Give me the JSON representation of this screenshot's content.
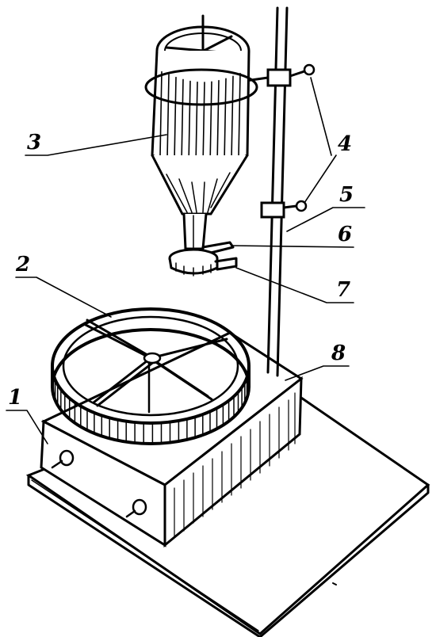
{
  "figure": {
    "labels": {
      "base_block": "1",
      "funnel": "3",
      "clamps": "4",
      "stand_rod": "5",
      "upper_clip": "6",
      "lower_ring": "7",
      "bottom_ring": "2",
      "box_label": "8"
    }
  }
}
